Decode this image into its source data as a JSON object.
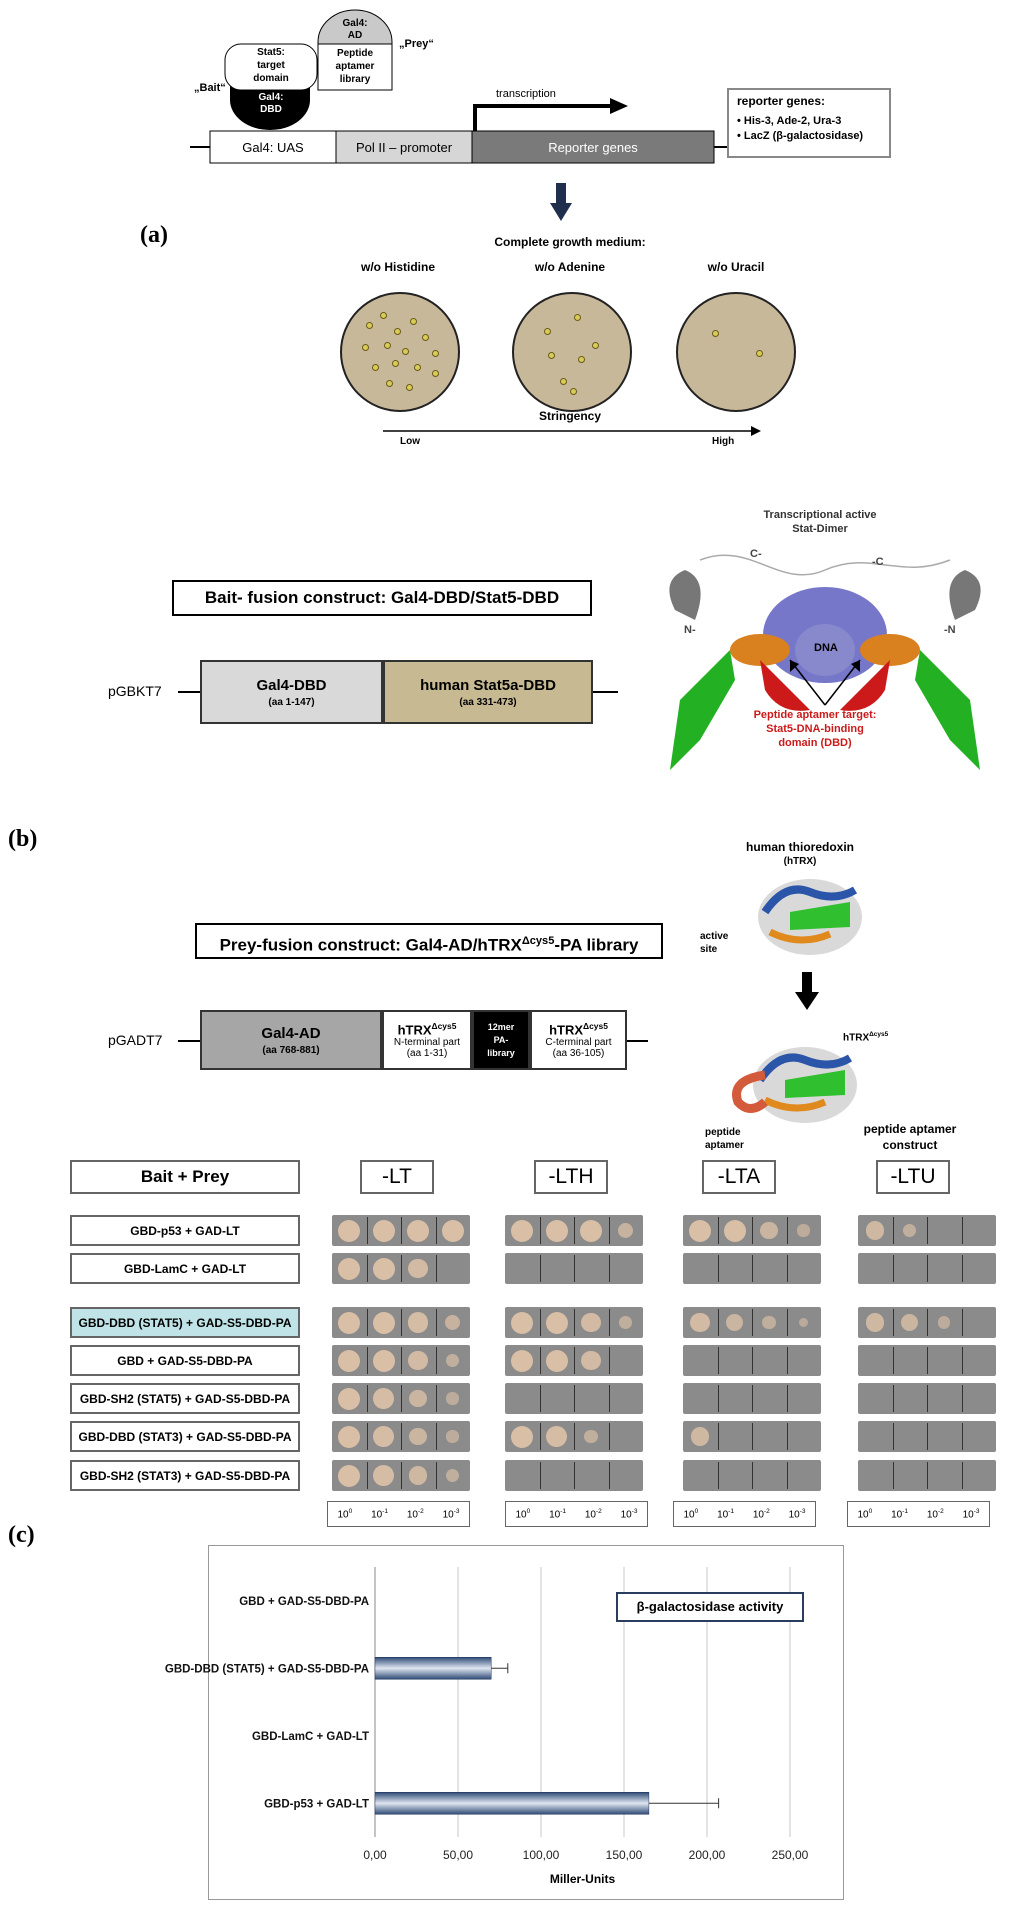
{
  "panels": {
    "a": "(a)",
    "b": "(b)",
    "c": "(c)"
  },
  "top": {
    "bait_tag": "„Bait“",
    "prey_tag": "„Prey“",
    "stat5_box": "Stat5:\ntarget\ndomain",
    "gal4_dbd": "Gal4:\nDBD",
    "gal4_ad": "Gal4:\nAD",
    "peptide_lib": "Peptide\naptamer\nlibrary",
    "uas": "Gal4: UAS",
    "promoter": "Pol II – promoter",
    "reporter": "Reporter genes",
    "transcription": "transcription",
    "reporter_box_title": "reporter genes:",
    "reporter_items": [
      "• His-3, Ade-2, Ura-3",
      "• LacZ (β-galactosidase)"
    ]
  },
  "growth": {
    "title": "Complete growth medium:",
    "media": [
      "w/o Histidine",
      "w/o Adenine",
      "w/o Uracil"
    ],
    "stringency": "Stringency",
    "low": "Low",
    "high": "High"
  },
  "bait": {
    "title": "Bait- fusion construct: Gal4-DBD/Stat5-DBD",
    "plasmid": "pGBKT7",
    "seg1_name": "Gal4-DBD",
    "seg1_aa": "(aa 1-147)",
    "seg2_name": "human Stat5a-DBD",
    "seg2_aa": "(aa 331-473)"
  },
  "structure": {
    "title": "Transcriptional active\nStat-Dimer",
    "c_left": "C-",
    "c_right": "-C",
    "n_left": "N-",
    "n_right": "-N",
    "dna": "DNA",
    "target": "Peptide aptamer target:\nStat5-DNA-binding\ndomain (DBD)"
  },
  "prey": {
    "title": "Prey-fusion construct: Gal4-AD/hTRX",
    "title_sup": "Δcys5",
    "title_tail": "-PA library",
    "plasmid": "pGADT7",
    "seg1_name": "Gal4-AD",
    "seg1_aa": "(aa 768-881)",
    "seg2_name": "hTRX",
    "seg2_sup": "Δcys5",
    "seg2_sub": "N-terminal part",
    "seg2_aa": "(aa 1-31)",
    "seg3": "12mer\nPA-\nlibrary",
    "seg4_name": "hTRX",
    "seg4_sup": "Δcys5",
    "seg4_sub": "C-terminal part",
    "seg4_aa": "(aa 36-105)"
  },
  "trx": {
    "title": "human thioredoxin",
    "sub": "(hTRX)",
    "active": "active\nsite",
    "mut": "hTRX",
    "mut_sup": "Δcys5",
    "peptide": "peptide\naptamer",
    "construct": "peptide aptamer\nconstruct"
  },
  "spot_assay": {
    "header": "Bait + Prey",
    "media": [
      "-LT",
      "-LTH",
      "-LTA",
      "-LTU"
    ],
    "rows": [
      "GBD-p53 + GAD-LT",
      "GBD-LamC + GAD-LT",
      "GBD-DBD (STAT5) + GAD-S5-DBD-PA",
      "GBD + GAD-S5-DBD-PA",
      "GBD-SH2 (STAT5) + GAD-S5-DBD-PA",
      "GBD-DBD (STAT3) + GAD-S5-DBD-PA",
      "GBD-SH2 (STAT3) + GAD-S5-DBD-PA"
    ],
    "highlight_color": "#bfe3e6",
    "dilution_base": "10",
    "dilution_exps": [
      "0",
      "-1",
      "-2",
      "-3"
    ]
  },
  "chart_data": {
    "type": "bar",
    "orientation": "horizontal",
    "title": "β-galactosidase activity",
    "xlabel": "Miller-Units",
    "categories": [
      "GBD + GAD-S5-DBD-PA",
      "GBD-DBD (STAT5) + GAD-S5-DBD-PA",
      "GBD-LamC + GAD-LT",
      "GBD-p53 + GAD-LT"
    ],
    "values": [
      0,
      70,
      0,
      165
    ],
    "errors": [
      0,
      10,
      0,
      42
    ],
    "xlim": [
      0,
      250
    ],
    "xticks": [
      "0,00",
      "50,00",
      "100,00",
      "150,00",
      "200,00",
      "250,00"
    ],
    "grid": true,
    "bar_color": "#2e4a75"
  }
}
